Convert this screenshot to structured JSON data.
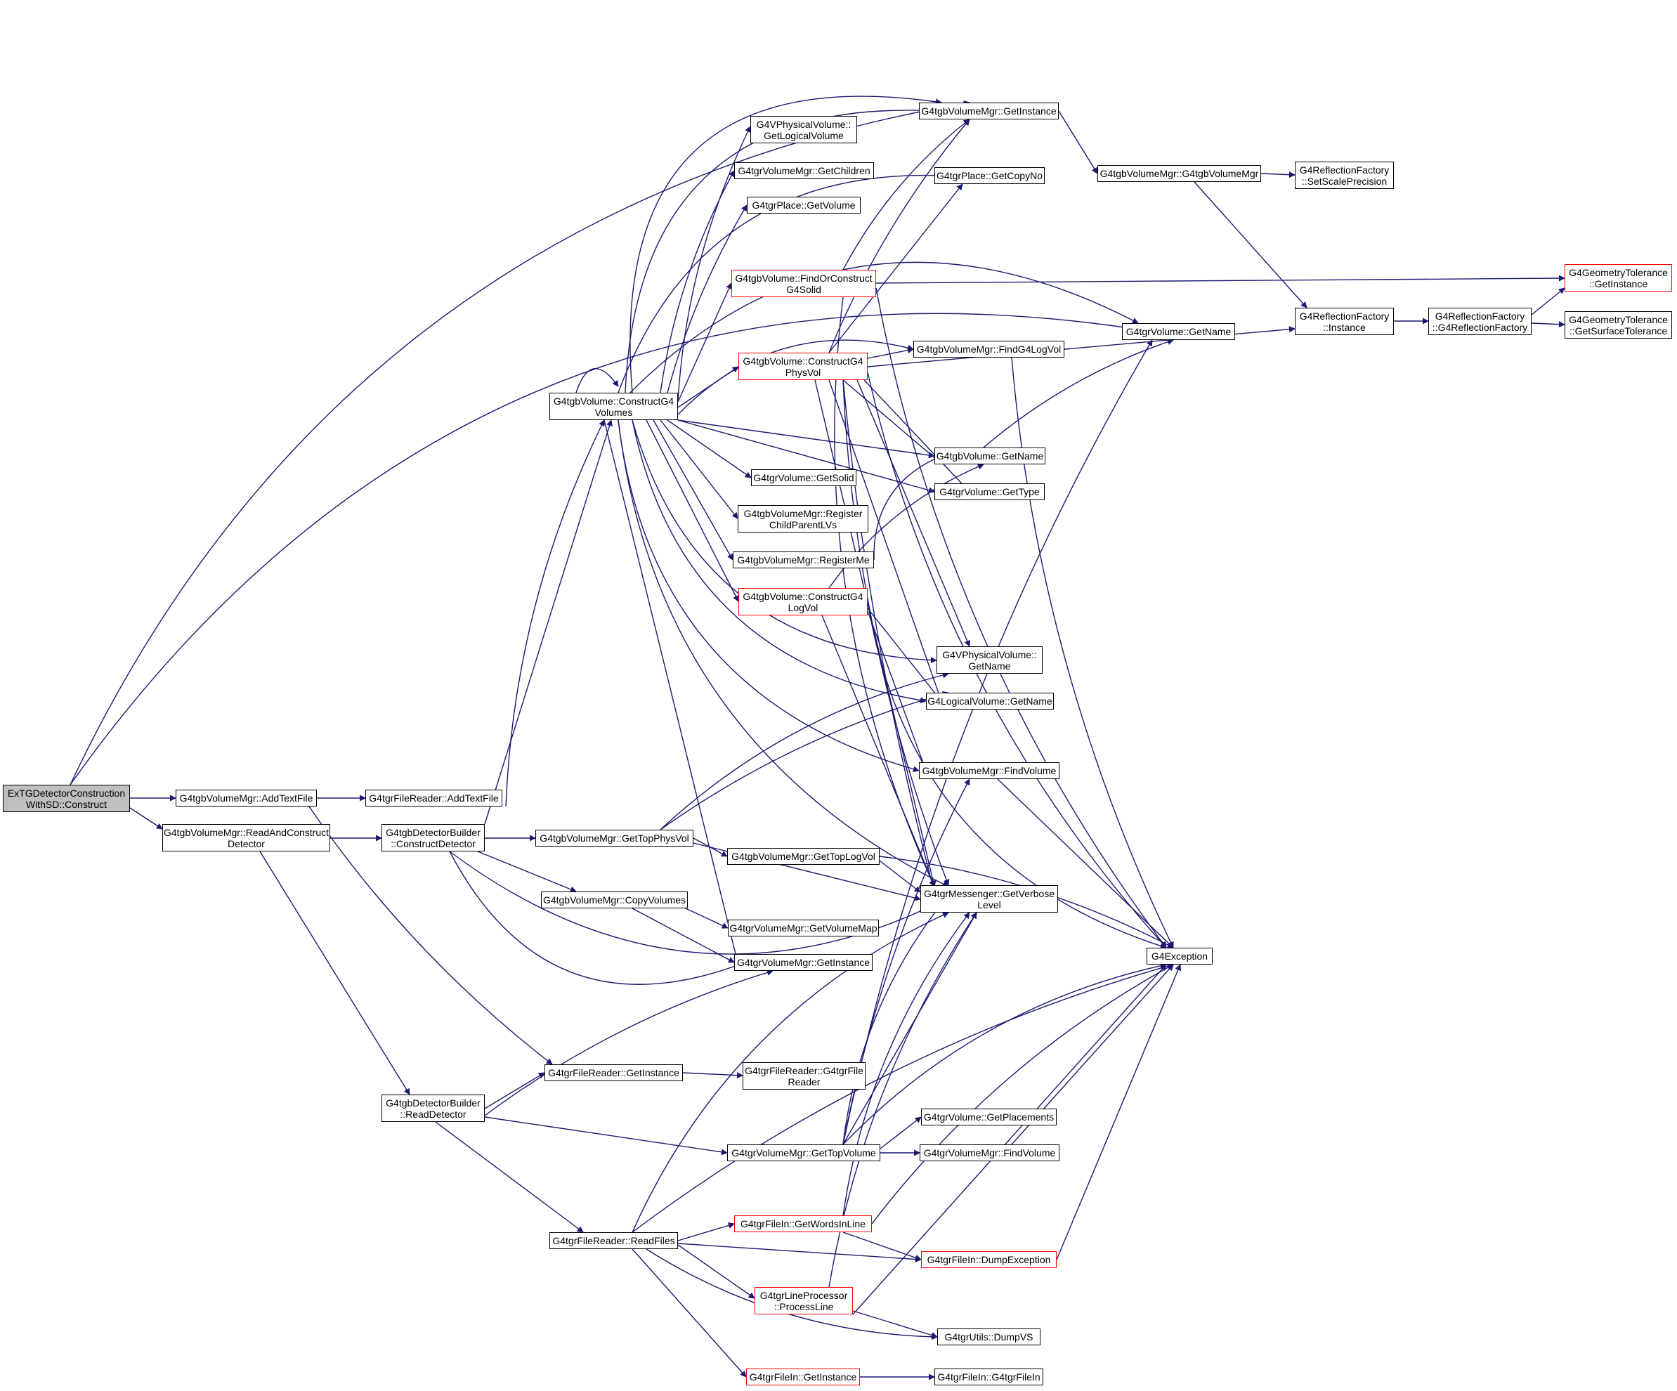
{
  "colors": {
    "edge": "#191970",
    "node_border": "#000000",
    "truncated_border": "#ff0000",
    "root_fill": "#bfbfbf"
  },
  "nodes": {
    "root": {
      "l1": "ExTGDetectorConstruction",
      "l2": "WithSD::Construct"
    },
    "addTextFile": {
      "l1": "G4tgbVolumeMgr::AddTextFile"
    },
    "readAndConstruct": {
      "l1": "G4tgbVolumeMgr::ReadAndConstruct",
      "l2": "Detector"
    },
    "frAddTextFile": {
      "l1": "G4tgrFileReader::AddTextFile"
    },
    "constructDetector": {
      "l1": "G4tgbDetectorBuilder",
      "l2": "::ConstructDetector"
    },
    "readDetector": {
      "l1": "G4tgbDetectorBuilder",
      "l2": "::ReadDetector"
    },
    "getTopPhysVol": {
      "l1": "G4tgbVolumeMgr::GetTopPhysVol"
    },
    "copyVolumes": {
      "l1": "G4tgbVolumeMgr::CopyVolumes"
    },
    "getTopLogVol": {
      "l1": "G4tgbVolumeMgr::GetTopLogVol"
    },
    "getVolumeMap": {
      "l1": "G4tgrVolumeMgr::GetVolumeMap"
    },
    "tgrVolMgrInstance": {
      "l1": "G4tgrVolumeMgr::GetInstance"
    },
    "frGetInstance": {
      "l1": "G4tgrFileReader::GetInstance"
    },
    "frCtor": {
      "l1": "G4tgrFileReader::G4tgrFile",
      "l2": "Reader"
    },
    "getTopVolume": {
      "l1": "G4tgrVolumeMgr::GetTopVolume"
    },
    "getPlacements": {
      "l1": "G4tgrVolume::GetPlacements"
    },
    "tgrFindVolume": {
      "l1": "G4tgrVolumeMgr::FindVolume"
    },
    "readFiles": {
      "l1": "G4tgrFileReader::ReadFiles"
    },
    "getWordsInLine": {
      "l1": "G4tgrFileIn::GetWordsInLine"
    },
    "dumpException": {
      "l1": "G4tgrFileIn::DumpException"
    },
    "processLine": {
      "l1": "G4tgrLineProcessor",
      "l2": "::ProcessLine"
    },
    "dumpVS": {
      "l1": "G4tgrUtils::DumpVS"
    },
    "fileInGetInstance": {
      "l1": "G4tgrFileIn::GetInstance"
    },
    "fileInCtor": {
      "l1": "G4tgrFileIn::G4tgrFileIn"
    },
    "constructG4Volumes": {
      "l1": "G4tgbVolume::ConstructG4",
      "l2": "Volumes"
    },
    "getLogicalVolume": {
      "l1": "G4VPhysicalVolume::",
      "l2": "GetLogicalVolume"
    },
    "getChildren": {
      "l1": "G4tgrVolumeMgr::GetChildren"
    },
    "placeGetVolume": {
      "l1": "G4tgrPlace::GetVolume"
    },
    "findOrConstructSolid": {
      "l1": "G4tgbVolume::FindOrConstruct",
      "l2": "G4Solid"
    },
    "constructPhysVol": {
      "l1": "G4tgbVolume::ConstructG4",
      "l2": "PhysVol"
    },
    "getSolid": {
      "l1": "G4tgrVolume::GetSolid"
    },
    "registerChildParent": {
      "l1": "G4tgbVolumeMgr::Register",
      "l2": "ChildParentLVs"
    },
    "registerMe": {
      "l1": "G4tgbVolumeMgr::RegisterMe"
    },
    "constructLogVol": {
      "l1": "G4tgbVolume::ConstructG4",
      "l2": "LogVol"
    },
    "tgbVolMgrInstance": {
      "l1": "G4tgbVolumeMgr::GetInstance"
    },
    "getCopyNo": {
      "l1": "G4tgrPlace::GetCopyNo"
    },
    "findG4LogVol": {
      "l1": "G4tgbVolumeMgr::FindG4LogVol"
    },
    "tgbGetName": {
      "l1": "G4tgbVolume::GetName"
    },
    "tgrGetType": {
      "l1": "G4tgrVolume::GetType"
    },
    "pvGetName": {
      "l1": "G4VPhysicalVolume::",
      "l2": "GetName"
    },
    "lvGetName": {
      "l1": "G4LogicalVolume::GetName"
    },
    "tgbFindVolume": {
      "l1": "G4tgbVolumeMgr::FindVolume"
    },
    "getVerboseLevel": {
      "l1": "G4tgrMessenger::GetVerbose",
      "l2": "Level"
    },
    "tgbVolMgrCtor": {
      "l1": "G4tgbVolumeMgr::G4tgbVolumeMgr"
    },
    "tgrGetName": {
      "l1": "G4tgrVolume::GetName"
    },
    "g4Exception": {
      "l1": "G4Exception"
    },
    "setScalePrecision": {
      "l1": "G4ReflectionFactory",
      "l2": "::SetScalePrecision"
    },
    "rfInstance": {
      "l1": "G4ReflectionFactory",
      "l2": "::Instance"
    },
    "rfCtor": {
      "l1": "G4ReflectionFactory",
      "l2": "::G4ReflectionFactory"
    },
    "gtInstance": {
      "l1": "G4GeometryTolerance",
      "l2": "::GetInstance"
    },
    "gtSurfaceTol": {
      "l1": "G4GeometryTolerance",
      "l2": "::GetSurfaceTolerance"
    }
  }
}
